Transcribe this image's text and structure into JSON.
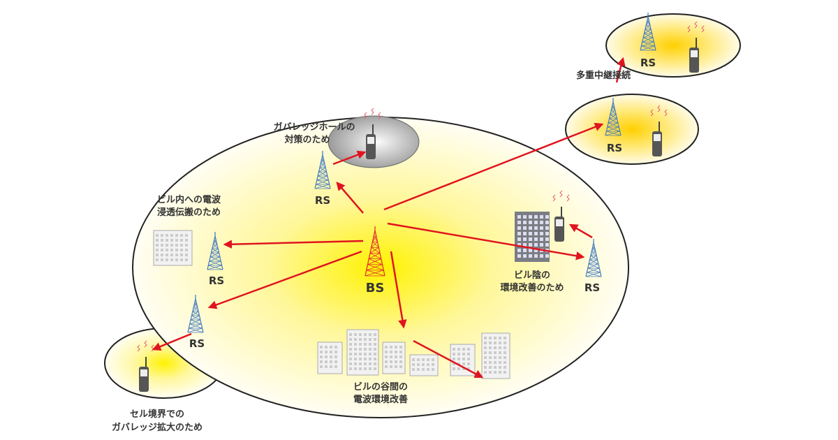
{
  "labels": {
    "multi_hop": "多重中継接続",
    "coverage_hole_1": "ガバレッジホールの",
    "coverage_hole_2": "対策のため",
    "building_pen_1": "ビル内への電波",
    "building_pen_2": "浸透伝搬のため",
    "shadow_1": "ビル陰の",
    "shadow_2": "環境改善のため",
    "valley_1": "ビルの谷間の",
    "valley_2": "電波環境改善",
    "edge_1": "セル境界での",
    "edge_2": "ガバレッジ拡大のため"
  },
  "stations": {
    "bs": "BS",
    "rs": "RS"
  },
  "colors": {
    "arrow": "#e0141e",
    "bs_tower": "#e03030",
    "rs_tower": "#4a7fc0",
    "glow": "#fff200"
  }
}
